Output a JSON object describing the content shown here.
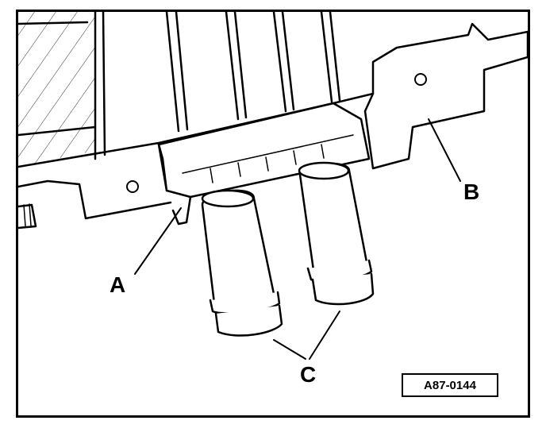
{
  "diagram": {
    "callouts": {
      "a": "A",
      "b": "B",
      "c": "C"
    },
    "reference_code": "A87-0144"
  }
}
